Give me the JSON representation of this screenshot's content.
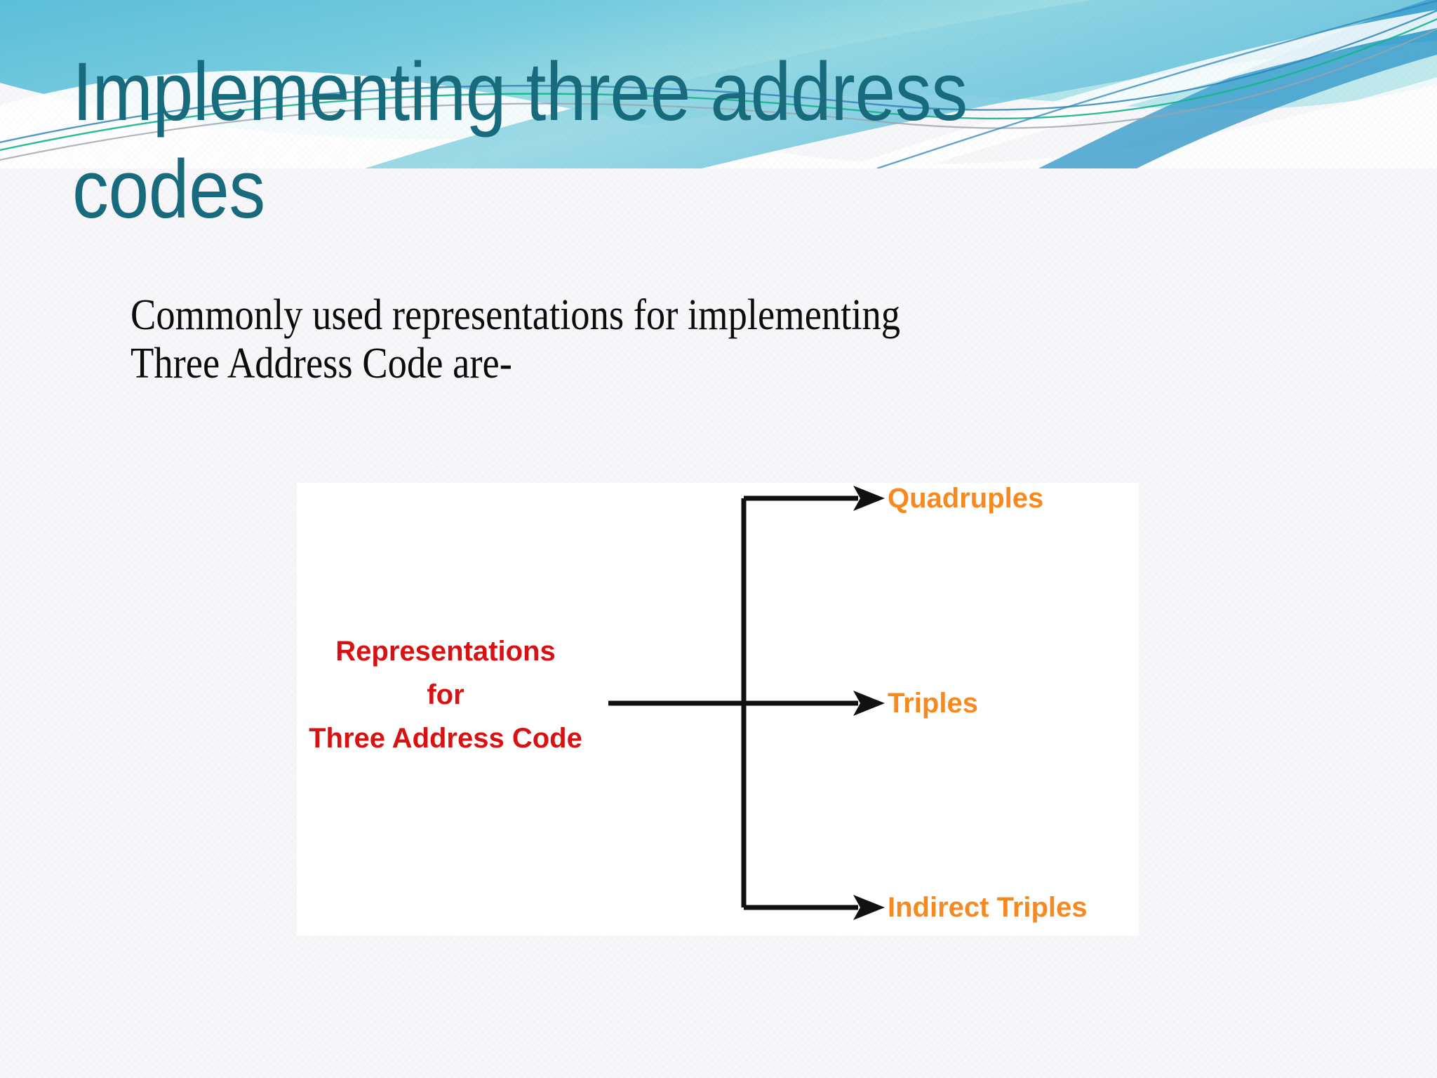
{
  "slide": {
    "title": "Implementing three address codes",
    "body_lines": [
      "Commonly used representations for implementing",
      "Three Address Code are-"
    ],
    "colors": {
      "title": "#176B7C",
      "body": "#0C0C0C",
      "background": "#F7F6F9",
      "header_wave_light": "#9FDCEB",
      "header_wave_mid": "#5BC0DE",
      "header_wave_deep": "#2E9BC6",
      "header_wave_green": "#18B08A"
    }
  },
  "diagram": {
    "type": "flow",
    "background": "#FFFFFF",
    "source": {
      "color": "#D81212",
      "lines": [
        "Representations",
        "for",
        "Three Address Code"
      ]
    },
    "branches": [
      {
        "label": "Quadruples",
        "color": "#F7891E"
      },
      {
        "label": "Triples",
        "color": "#F7891E"
      },
      {
        "label": "Indirect Triples",
        "color": "#F7891E"
      }
    ],
    "connector_color": "#111111"
  }
}
